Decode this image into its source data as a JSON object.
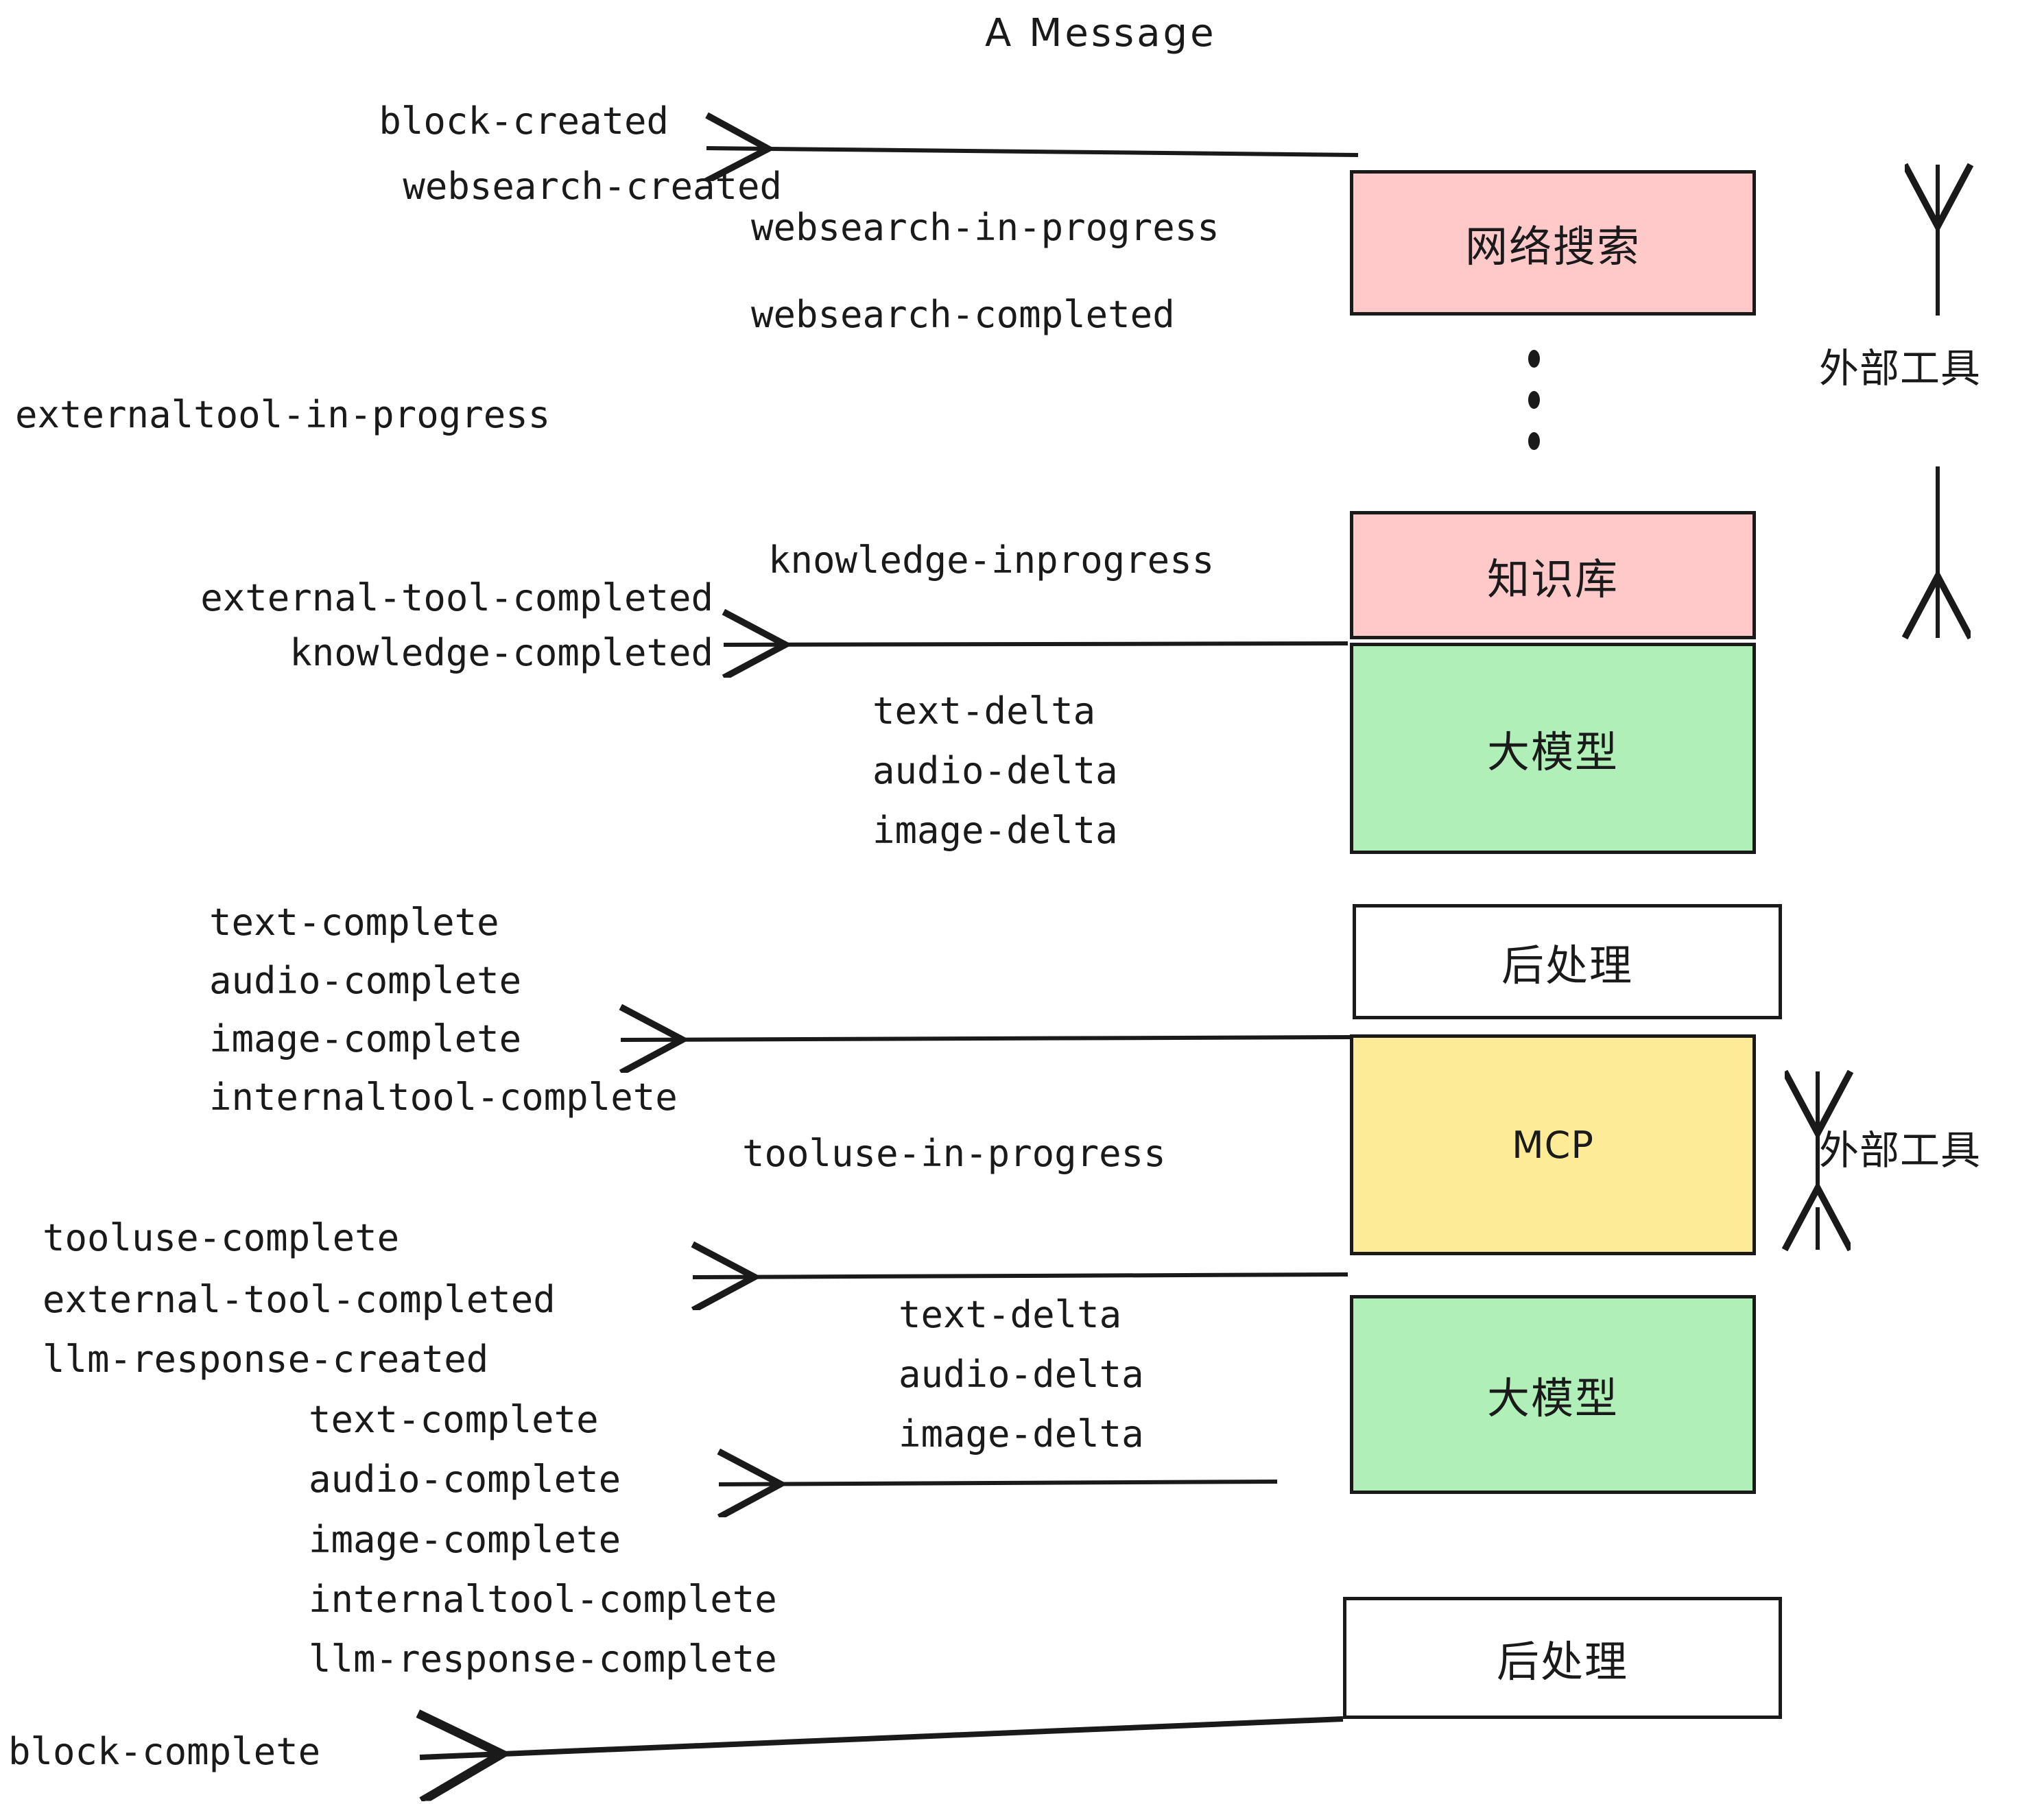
{
  "title": "A Message",
  "palette": {
    "pink": "#ffc9ca",
    "green": "#b0efb8",
    "yellow": "#fdeb97",
    "white": "#ffffff",
    "stroke": "#1a1a1a",
    "background": "#ffffff"
  },
  "boxes": [
    {
      "id": "websearch",
      "label": "网络搜索",
      "color": "#ffc9ca"
    },
    {
      "id": "knowledge",
      "label": "知识库",
      "color": "#ffc9ca"
    },
    {
      "id": "llm-1",
      "label": "大模型",
      "color": "#b0efb8"
    },
    {
      "id": "postprocess-1",
      "label": "后处理",
      "color": "#ffffff"
    },
    {
      "id": "mcp",
      "label": "MCP",
      "color": "#fdeb97"
    },
    {
      "id": "llm-2",
      "label": "大模型",
      "color": "#b0efb8"
    },
    {
      "id": "postprocess-2",
      "label": "后处理",
      "color": "#ffffff"
    }
  ],
  "side_annotations": [
    {
      "id": "external-tools-top",
      "label": "外部工具"
    },
    {
      "id": "external-tools-bottom",
      "label": "外部工具"
    }
  ],
  "events": {
    "block_created": "block-created",
    "websearch_created": "websearch-created",
    "websearch_in_progress": "websearch-in-progress",
    "websearch_completed": "websearch-completed",
    "externaltool_in_progress": "externaltool-in-progress",
    "knowledge_inprogress": "knowledge-inprogress",
    "external_tool_completed_1": "external-tool-completed",
    "knowledge_completed": "knowledge-completed",
    "text_delta_1": "text-delta",
    "audio_delta_1": "audio-delta",
    "image_delta_1": "image-delta",
    "text_complete_1": "text-complete",
    "audio_complete_1": "audio-complete",
    "image_complete_1": "image-complete",
    "internaltool_complete_1": "internaltool-complete",
    "tooluse_in_progress": "tooluse-in-progress",
    "tooluse_complete": "tooluse-complete",
    "external_tool_completed_2": "external-tool-completed",
    "llm_response_created": "llm-response-created",
    "text_delta_2": "text-delta",
    "audio_delta_2": "audio-delta",
    "image_delta_2": "image-delta",
    "text_complete_2": "text-complete",
    "audio_complete_2": "audio-complete",
    "image_complete_2": "image-complete",
    "internaltool_complete_2": "internaltool-complete",
    "llm_response_complete": "llm-response-complete",
    "block_complete": "block-complete"
  }
}
